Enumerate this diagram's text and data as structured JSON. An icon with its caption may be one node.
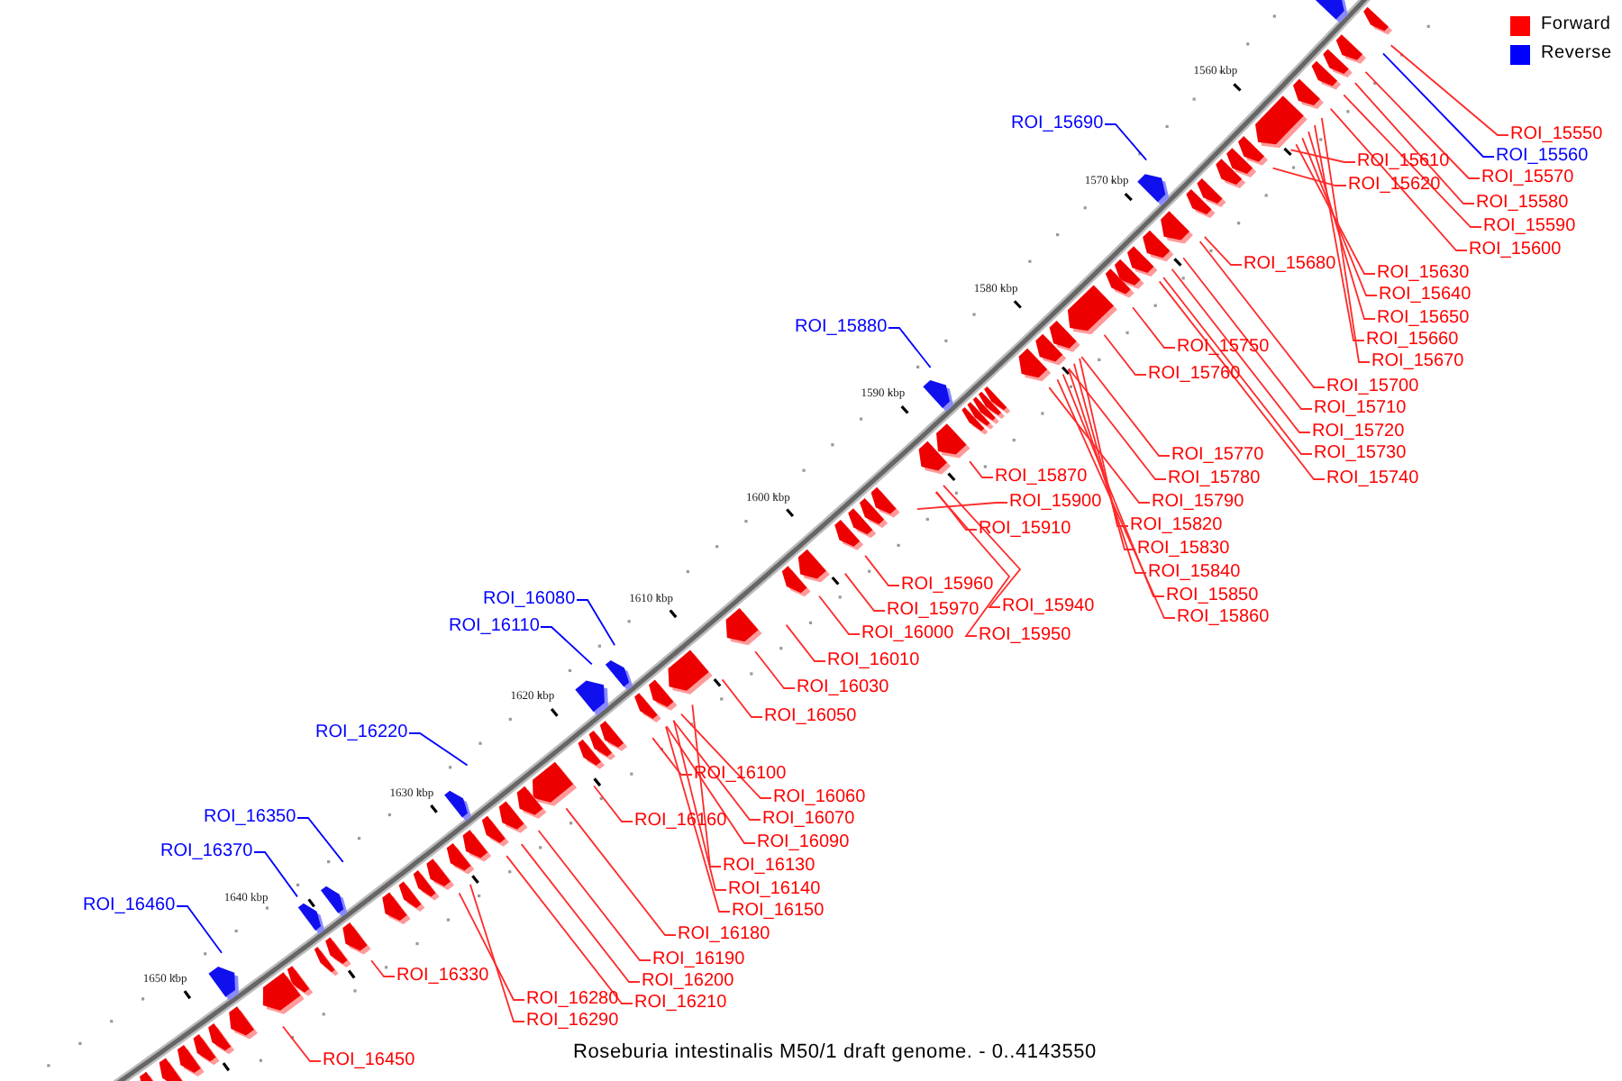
{
  "diagram": {
    "caption": "Roseburia intestinalis M50/1 draft genome. - 0..4143550",
    "nodes": [
      {
        "text": [
          "ROI_15550"
        ]
      },
      {
        "text": [
          "ROI_15560"
        ]
      },
      {
        "text": [
          "ROI_15690"
        ]
      },
      {
        "text": [
          "ROI_15610"
        ]
      },
      {
        "text": [
          "ROI_15570"
        ]
      },
      {
        "text": [
          "ROI_15620"
        ]
      },
      {
        "text": [
          "ROI_15580"
        ]
      },
      {
        "text": [
          "ROI_15590"
        ]
      },
      {
        "text": [
          "ROI_15600"
        ]
      },
      {
        "text": [
          "ROI_15680"
        ]
      },
      {
        "text": [
          "ROI_15630"
        ]
      },
      {
        "text": [
          "ROI_15640"
        ]
      },
      {
        "text": [
          "ROI_15650"
        ]
      },
      {
        "text": [
          "ROI_15880"
        ]
      },
      {
        "text": [
          "ROI_15660"
        ]
      },
      {
        "text": [
          "ROI_15750"
        ]
      },
      {
        "text": [
          "ROI_15670"
        ]
      },
      {
        "text": [
          "ROI_15760"
        ]
      },
      {
        "text": [
          "ROI_15700"
        ]
      },
      {
        "text": [
          "ROI_15710"
        ]
      },
      {
        "text": [
          "ROI_15720"
        ]
      },
      {
        "text": [
          "ROI_15730"
        ]
      },
      {
        "text": [
          "ROI_15770"
        ]
      },
      {
        "text": [
          "ROI_15870"
        ]
      },
      {
        "text": [
          "ROI_15740"
        ]
      },
      {
        "text": [
          "ROI_15780"
        ]
      },
      {
        "text": [
          "ROI_15900"
        ]
      },
      {
        "text": [
          "ROI_15790"
        ]
      },
      {
        "text": [
          "ROI_15820"
        ]
      },
      {
        "text": [
          "ROI_15910"
        ]
      },
      {
        "text": [
          "ROI_15830"
        ]
      },
      {
        "text": [
          "ROI_15840"
        ]
      },
      {
        "text": [
          "ROI_15960"
        ]
      },
      {
        "text": [
          "ROI_15850"
        ]
      },
      {
        "text": [
          "ROI_16080"
        ]
      },
      {
        "text": [
          "ROI_15940"
        ]
      },
      {
        "text": [
          "ROI_15970"
        ]
      },
      {
        "text": [
          "ROI_15860"
        ]
      },
      {
        "text": [
          "ROI_16110"
        ]
      },
      {
        "text": [
          "ROI_16000"
        ]
      },
      {
        "text": [
          "ROI_15950"
        ]
      },
      {
        "text": [
          "ROI_16010"
        ]
      },
      {
        "text": [
          "ROI_16030"
        ]
      },
      {
        "text": [
          "ROI_16050"
        ]
      },
      {
        "text": [
          "ROI_16220"
        ]
      },
      {
        "text": [
          "ROI_16100"
        ]
      },
      {
        "text": [
          "ROI_16060"
        ]
      },
      {
        "text": [
          "ROI_16350"
        ]
      },
      {
        "text": [
          "ROI_16070"
        ]
      },
      {
        "text": [
          "ROI_16160"
        ]
      },
      {
        "text": [
          "ROI_16090"
        ]
      },
      {
        "text": [
          "ROI_16370"
        ]
      },
      {
        "text": [
          "ROI_16130"
        ]
      },
      {
        "text": [
          "ROI_16140"
        ]
      },
      {
        "text": [
          "ROI_16460"
        ]
      },
      {
        "text": [
          "ROI_16150"
        ]
      },
      {
        "text": [
          "ROI_16180"
        ]
      },
      {
        "text": [
          "ROI_16190"
        ]
      },
      {
        "text": [
          "ROI_16330"
        ]
      },
      {
        "text": [
          "ROI_16200"
        ]
      },
      {
        "text": [
          "ROI_16280"
        ]
      },
      {
        "text": [
          "ROI_16210"
        ]
      },
      {
        "text": [
          "ROI_16290"
        ]
      },
      {
        "text": [
          "ROI_16450"
        ]
      }
    ],
    "edges": [
      {
        "from": 0,
        "to": null,
        "arrow": "none"
      },
      {
        "from": 1,
        "to": null,
        "arrow": "none",
        "color": "#0000ff"
      },
      {
        "from": 2,
        "to": null,
        "arrow": "none",
        "color": "#0000ff"
      },
      {
        "from": 3,
        "to": null,
        "arrow": "none"
      },
      {
        "from": 4,
        "to": null,
        "arrow": "none"
      },
      {
        "from": 5,
        "to": null,
        "arrow": "none"
      },
      {
        "from": 6,
        "to": null,
        "arrow": "none"
      },
      {
        "from": 7,
        "to": null,
        "arrow": "none"
      },
      {
        "from": 8,
        "to": null,
        "arrow": "none"
      },
      {
        "from": 9,
        "to": null,
        "arrow": "none"
      },
      {
        "from": 10,
        "to": null,
        "arrow": "none"
      },
      {
        "from": 11,
        "to": null,
        "arrow": "none"
      },
      {
        "from": 12,
        "to": null,
        "arrow": "none"
      },
      {
        "from": 13,
        "to": null,
        "arrow": "none",
        "color": "#0000ff"
      },
      {
        "from": 14,
        "to": null,
        "arrow": "none"
      },
      {
        "from": 15,
        "to": null,
        "arrow": "none"
      },
      {
        "from": 16,
        "to": null,
        "arrow": "none"
      },
      {
        "from": 17,
        "to": null,
        "arrow": "none"
      },
      {
        "from": 18,
        "to": null,
        "arrow": "none"
      },
      {
        "from": 19,
        "to": null,
        "arrow": "none"
      },
      {
        "from": 20,
        "to": null,
        "arrow": "none"
      },
      {
        "from": 21,
        "to": null,
        "arrow": "none"
      },
      {
        "from": 22,
        "to": null,
        "arrow": "none"
      },
      {
        "from": 23,
        "to": null,
        "arrow": "none"
      },
      {
        "from": 24,
        "to": null,
        "arrow": "none"
      },
      {
        "from": 25,
        "to": null,
        "arrow": "none"
      },
      {
        "from": 26,
        "to": null,
        "arrow": "none"
      },
      {
        "from": 27,
        "to": null,
        "arrow": "none"
      },
      {
        "from": 28,
        "to": null,
        "arrow": "none"
      },
      {
        "from": 29,
        "to": null,
        "arrow": "none"
      },
      {
        "from": 30,
        "to": null,
        "arrow": "none"
      },
      {
        "from": 31,
        "to": null,
        "arrow": "none"
      },
      {
        "from": 32,
        "to": null,
        "arrow": "none"
      },
      {
        "from": 33,
        "to": null,
        "arrow": "none"
      },
      {
        "from": 34,
        "to": null,
        "arrow": "none",
        "color": "#0000ff"
      },
      {
        "from": 35,
        "to": null,
        "arrow": "none"
      },
      {
        "from": 36,
        "to": null,
        "arrow": "none"
      },
      {
        "from": 37,
        "to": null,
        "arrow": "none"
      },
      {
        "from": 38,
        "to": null,
        "arrow": "none",
        "color": "#0000ff"
      },
      {
        "from": 39,
        "to": null,
        "arrow": "none"
      },
      {
        "from": 40,
        "to": null,
        "arrow": "none"
      },
      {
        "from": 41,
        "to": null,
        "arrow": "none"
      },
      {
        "from": 42,
        "to": null,
        "arrow": "none"
      },
      {
        "from": 43,
        "to": null,
        "arrow": "none"
      },
      {
        "from": 44,
        "to": null,
        "arrow": "none",
        "color": "#0000ff"
      },
      {
        "from": 45,
        "to": null,
        "arrow": "none"
      },
      {
        "from": 46,
        "to": null,
        "arrow": "none"
      },
      {
        "from": 47,
        "to": null,
        "arrow": "none",
        "color": "#0000ff"
      },
      {
        "from": 48,
        "to": null,
        "arrow": "none"
      },
      {
        "from": 49,
        "to": null,
        "arrow": "none"
      },
      {
        "from": 50,
        "to": null,
        "arrow": "none"
      },
      {
        "from": 51,
        "to": null,
        "arrow": "none",
        "color": "#0000ff"
      },
      {
        "from": 52,
        "to": null,
        "arrow": "none"
      },
      {
        "from": 53,
        "to": null,
        "arrow": "none"
      },
      {
        "from": 54,
        "to": null,
        "arrow": "none",
        "color": "#0000ff"
      },
      {
        "from": 55,
        "to": null,
        "arrow": "none"
      },
      {
        "from": 56,
        "to": null,
        "arrow": "none"
      },
      {
        "from": 57,
        "to": null,
        "arrow": "none"
      },
      {
        "from": 58,
        "to": null,
        "arrow": "none"
      },
      {
        "from": 59,
        "to": null,
        "arrow": "none"
      },
      {
        "from": 60,
        "to": null,
        "arrow": "none"
      },
      {
        "from": 61,
        "to": null,
        "arrow": "none"
      },
      {
        "from": 62,
        "to": null,
        "arrow": "none"
      },
      {
        "from": 63,
        "to": null,
        "arrow": "none"
      }
    ],
    "labels": [
      "1560 kbp",
      "1570 kbp",
      "1580 kbp",
      "1590 kbp",
      "1600 kbp",
      "1610 kbp",
      "1620 kbp",
      "1630 kbp",
      "1640 kbp",
      "1650 kbp"
    ],
    "legend": [
      {
        "text": "Forward",
        "color": "#ff0000"
      },
      {
        "text": "Reverse",
        "color": "#0000ff"
      }
    ]
  }
}
